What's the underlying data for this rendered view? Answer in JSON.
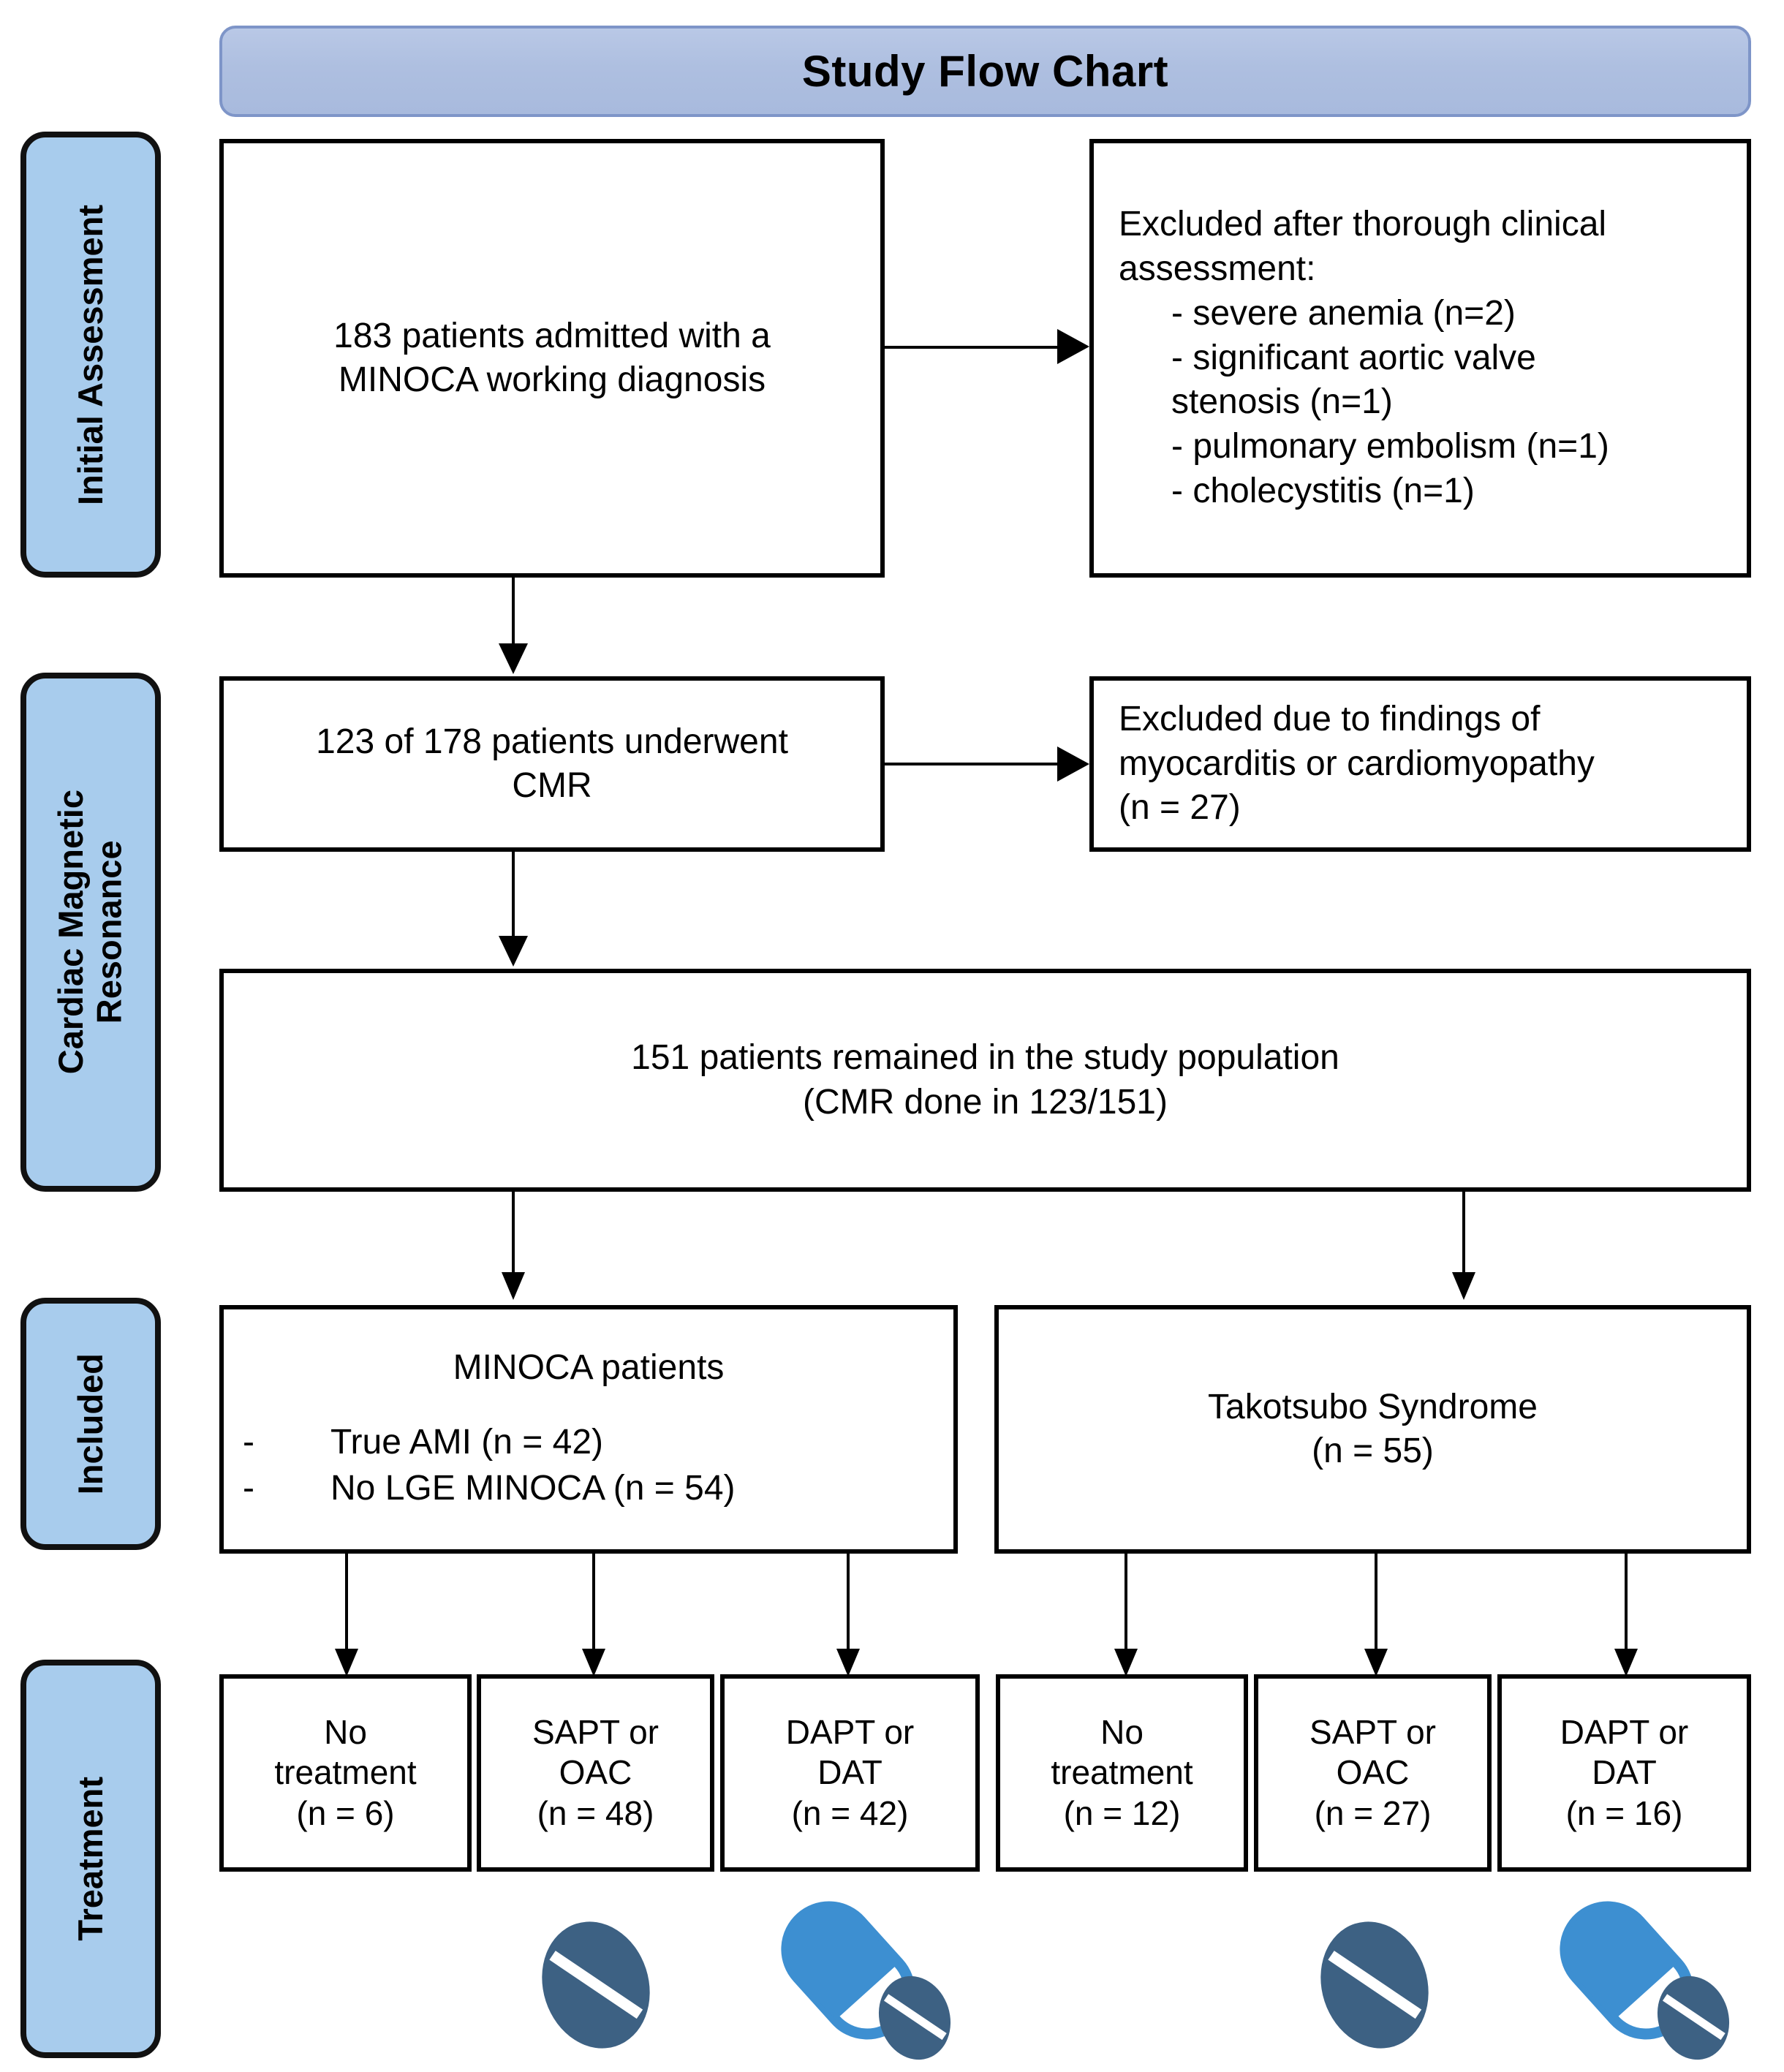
{
  "title": {
    "text": "Study Flow Chart"
  },
  "colors": {
    "banner_fill": "#aebfe0",
    "banner_border": "#7e95c8",
    "stage_fill": "#a8cced",
    "box_border": "#000000",
    "tablet_dark": "#3d6183",
    "capsule_blue": "#3d8fd1"
  },
  "stages": [
    {
      "label": "Initial Assessment"
    },
    {
      "label": "Cardiac Magnetic\nResonance"
    },
    {
      "label": "Included"
    },
    {
      "label": "Treatment"
    }
  ],
  "boxes": {
    "admitted": "183 patients admitted with a\nMINOCA working diagnosis",
    "excluded_clinical_head": "Excluded after thorough clinical\nassessment:",
    "excluded_clinical_items": [
      "- severe anemia (n=2)",
      "- significant aortic valve\nstenosis (n=1)",
      "- pulmonary embolism (n=1)",
      "- cholecystitis (n=1)"
    ],
    "cmr_done": "123 of 178 patients underwent\nCMR",
    "excluded_cmr": "Excluded due to findings of\nmyocarditis or cardiomyopathy\n(n = 27)",
    "remained": "151 patients remained in the study population\n(CMR done in 123/151)",
    "minoca_title": "MINOCA patients",
    "minoca_items": [
      {
        "bullet": "-",
        "text": "True AMI (n = 42)"
      },
      {
        "bullet": "-",
        "text": "No LGE MINOCA (n = 54)"
      }
    ],
    "takotsubo": "Takotsubo Syndrome\n(n = 55)"
  },
  "treatment": {
    "minoca": [
      {
        "label": "No\ntreatment\n(n = 6)"
      },
      {
        "label": "SAPT or\nOAC\n(n = 48)"
      },
      {
        "label": "DAPT or\nDAT\n(n = 42)"
      }
    ],
    "takotsubo": [
      {
        "label": "No\ntreatment\n(n = 12)"
      },
      {
        "label": "SAPT or\nOAC\n(n = 27)"
      },
      {
        "label": "DAPT or\nDAT\n(n = 16)"
      }
    ]
  },
  "icons": [
    {
      "name": "single-tablet-icon",
      "type": "tablet"
    },
    {
      "name": "capsule-and-tablet-icon",
      "type": "capsule-tablet"
    },
    {
      "name": "single-tablet-icon",
      "type": "tablet"
    },
    {
      "name": "capsule-and-tablet-icon",
      "type": "capsule-tablet"
    }
  ]
}
